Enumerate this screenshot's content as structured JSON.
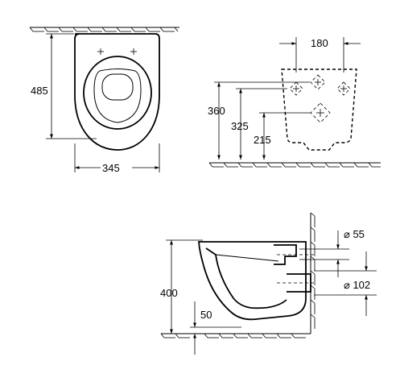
{
  "dimensions": {
    "front_height": "485",
    "front_width": "345",
    "fix_spacing": "180",
    "fix_height_upper": "360",
    "fix_height_mid": "325",
    "fix_height_lower": "215",
    "inlet_diameter": "⌀ 55",
    "outlet_diameter": "⌀ 102",
    "side_height": "400",
    "floor_offset": "50"
  }
}
